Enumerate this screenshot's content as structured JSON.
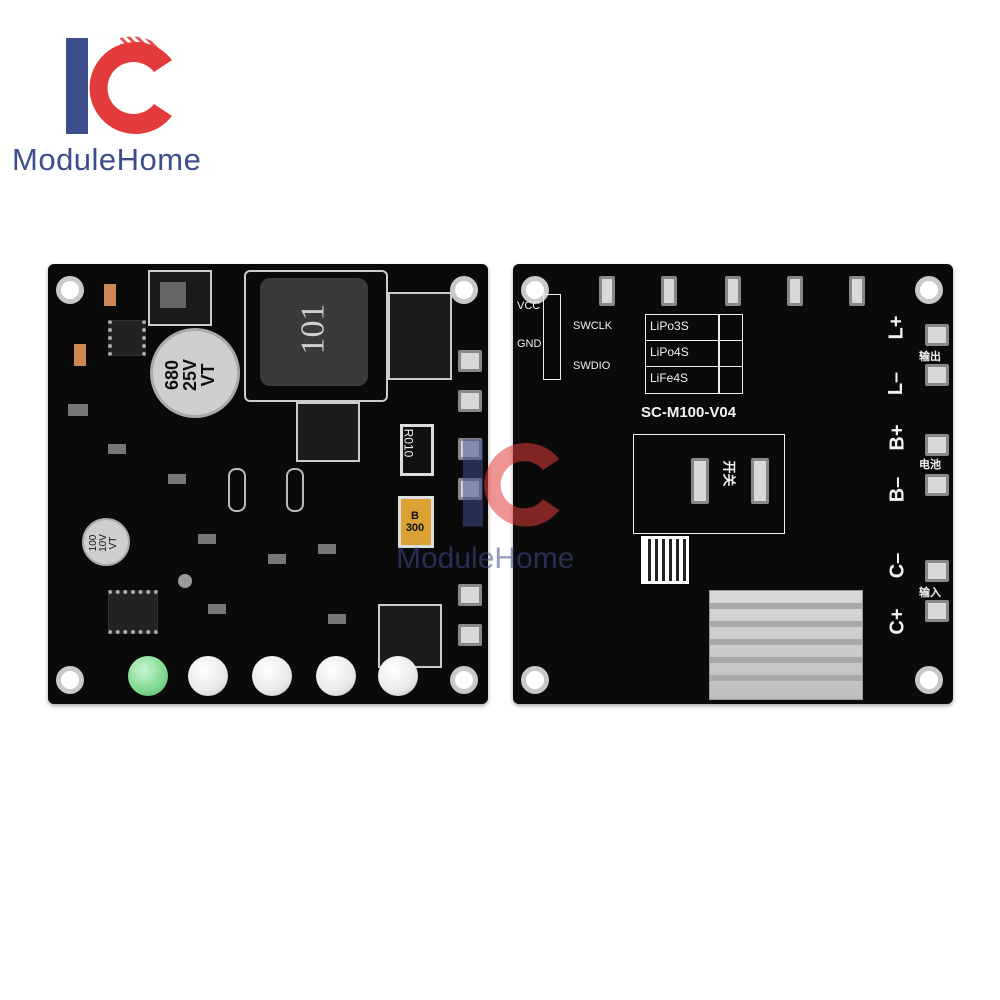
{
  "brand": {
    "logo_letters": "IC",
    "name": "ModuleHome",
    "colors": {
      "blue": "#3d4e8c",
      "red": "#e33b3b"
    }
  },
  "front_board": {
    "inductor_marking": "101",
    "capacitor_large": [
      "680",
      "25V",
      "VT"
    ],
    "capacitor_small": [
      "100",
      "10V",
      "VT"
    ],
    "resistor_marking": "R010",
    "trimmer_marking": [
      "B",
      "300"
    ],
    "led_colors": [
      "#7ed88f",
      "#f3f3f3",
      "#f3f3f3",
      "#f3f3f3",
      "#f3f3f3"
    ]
  },
  "back_board": {
    "debug_pins": {
      "vcc": "VCC",
      "gnd": "GND",
      "swclk": "SWCLK",
      "swdio": "SWDIO"
    },
    "battery_types": [
      "LiPo3S",
      "LiPo4S",
      "LiFe4S"
    ],
    "model": "SC-M100-V04",
    "switch_label": "开关",
    "terminals": {
      "l_plus": "L+",
      "output": "输出",
      "l_minus": "L–",
      "b_plus": "B+",
      "battery": "电池",
      "b_minus": "B–",
      "c_minus": "C–",
      "input": "输入",
      "c_plus": "C+"
    }
  }
}
